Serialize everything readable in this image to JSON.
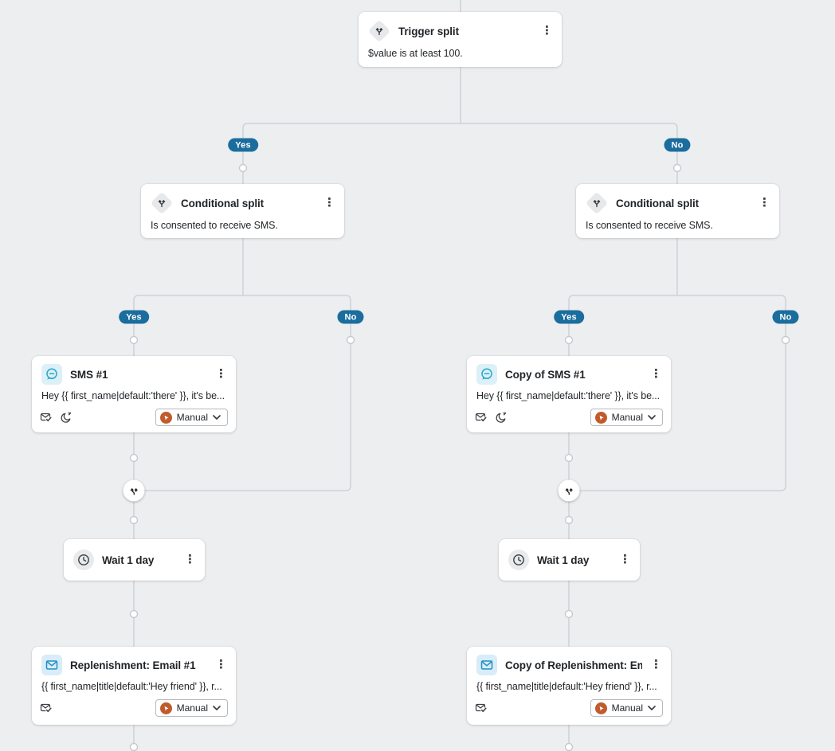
{
  "colors": {
    "canvas_bg": "#eceef0",
    "connector_line": "#cfd2d6",
    "badge_blue": "#1b6d9e",
    "manual_orange": "#c05b2c",
    "sms_teal": "#2aa7c8",
    "email_blue": "#2191c4"
  },
  "icons": {
    "kebab": "⋮"
  },
  "badges": {
    "yes": "Yes",
    "no": "No"
  },
  "nodes": {
    "trigger_split": {
      "title": "Trigger split",
      "body": "$value is at least 100."
    },
    "conditional_split_left": {
      "title": "Conditional split",
      "body": "Is consented to receive SMS."
    },
    "conditional_split_right": {
      "title": "Conditional split",
      "body": "Is consented to receive SMS."
    },
    "sms_left": {
      "title": "SMS #1",
      "body": "Hey {{ first_name|default:'there' }}, it's be...",
      "status": "Manual"
    },
    "sms_right": {
      "title": "Copy of SMS #1",
      "body": "Hey {{ first_name|default:'there' }}, it's be...",
      "status": "Manual"
    },
    "wait_left": {
      "title": "Wait 1 day"
    },
    "wait_right": {
      "title": "Wait 1 day"
    },
    "email_left": {
      "title": "Replenishment: Email #1",
      "body": "{{ first_name|title|default:'Hey friend' }}, r...",
      "status": "Manual"
    },
    "email_right": {
      "title": "Copy of Replenishment: Em...",
      "body": "{{ first_name|title|default:'Hey friend' }}, r...",
      "status": "Manual"
    }
  }
}
